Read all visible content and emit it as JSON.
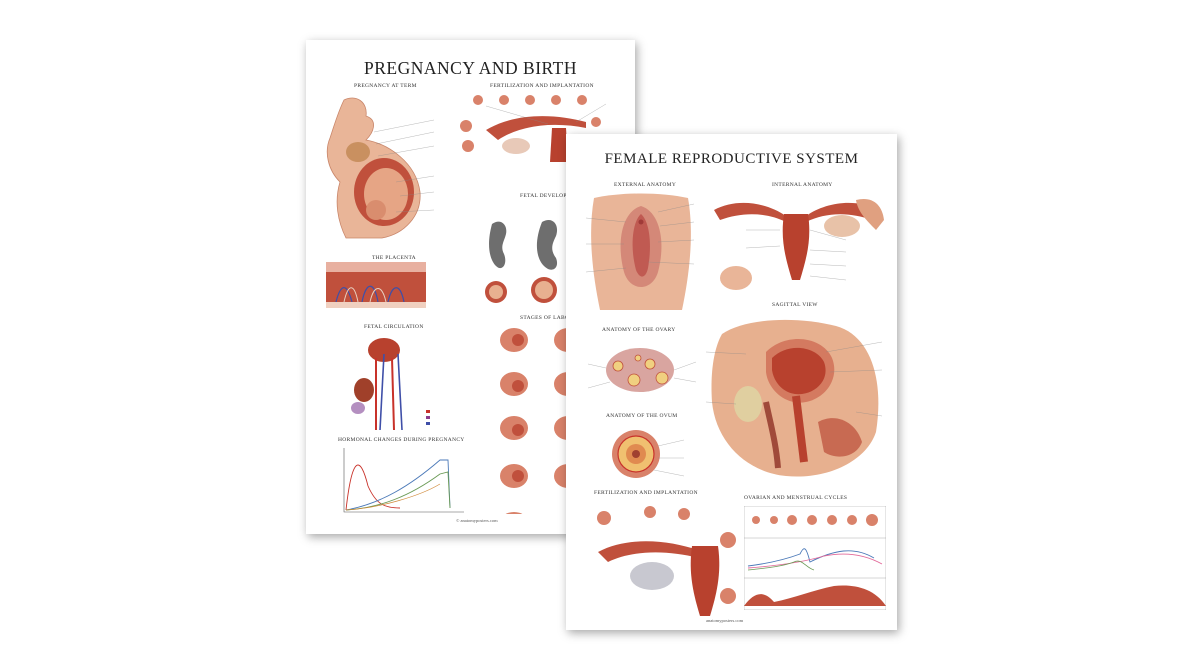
{
  "posters": {
    "pregnancy": {
      "title": "PREGNANCY AND BIRTH",
      "sections": {
        "pregnancy_at_term": "PREGNANCY AT TERM",
        "fertilization": "FERTILIZATION AND IMPLANTATION",
        "placenta": "THE PLACENTA",
        "fetal_development": "FETAL DEVELOPMENT",
        "fetal_circulation": "FETAL CIRCULATION",
        "stages_of_labor": "STAGES OF LABOR",
        "hormonal_changes": "HORMONAL CHANGES DURING PREGNANCY"
      },
      "footer": "© anatomyposters.com"
    },
    "female": {
      "title": "FEMALE REPRODUCTIVE SYSTEM",
      "sections": {
        "external_anatomy": "EXTERNAL ANATOMY",
        "internal_anatomy": "INTERNAL ANATOMY",
        "anatomy_of_ovary": "ANATOMY OF THE OVARY",
        "sagittal_view": "SAGITTAL VIEW",
        "anatomy_of_ovum": "ANATOMY OF THE OVUM",
        "fertilization": "FERTILIZATION AND IMPLANTATION",
        "cycles": "OVARIAN AND MENSTRUAL CYCLES"
      },
      "footer": "anatomyposters.com"
    }
  },
  "colors": {
    "tissue": "#d9826a",
    "muscle": "#b8412e",
    "skin": "#e9b598",
    "artery": "#c8322a",
    "vein": "#3f4fa8",
    "curve_blue": "#4b79b8",
    "curve_green": "#6a9a55"
  }
}
